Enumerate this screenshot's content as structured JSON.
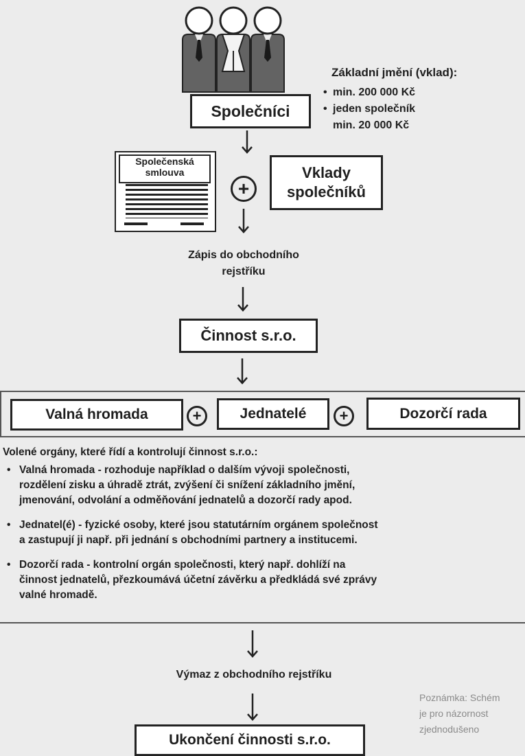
{
  "capital": {
    "title": "Základní jmění (vklad):",
    "items": [
      "min. 200 000 Kč",
      "jeden společník",
      "min. 20 000 Kč"
    ]
  },
  "boxes": {
    "partners": "Společníci",
    "contract_title": [
      "Společenská",
      "smlouva"
    ],
    "contributions": [
      "Vklady",
      "společníků"
    ],
    "activity": "Činnost s.r.o.",
    "general_meeting": "Valná hromada",
    "executives": "Jednatelé",
    "supervisory_board": "Dozorčí rada",
    "termination": "Ukončení činnosti s.r.o."
  },
  "plus_symbol": "+",
  "registration": [
    "Zápis do obchodního",
    "rejstříku"
  ],
  "organs": {
    "intro": "Volené orgány, které řídí a kontrolují činnost s.r.o.:",
    "items": [
      [
        "Valná hromada - rozhoduje například o dalším vývoji společnosti,",
        "rozdělení zisku a úhradě ztrát, zvýšení či snížení základního jmění,",
        "jmenování, odvolání a odměňování jednatelů a dozorčí rady apod."
      ],
      [
        "Jednatel(é) - fyzické osoby, které jsou statutárním orgánem společnost",
        "a zastupují ji např. při jednání s obchodními partnery a institucemi."
      ],
      [
        "Dozorčí rada - kontrolní orgán společnosti, který např. dohlíží na",
        "činnost jednatelů, přezkoumává účetní závěrku a předkládá své zprávy",
        "valné hromadě."
      ]
    ]
  },
  "deregistration": "Výmaz z obchodního rejstříku",
  "note": [
    "Poznámka: Schém",
    "je pro názornost",
    "zjednodušeno"
  ],
  "colors": {
    "background": "#ececec",
    "suit": "#636363",
    "tie": "#1a1a1a",
    "box_border": "#222222"
  }
}
